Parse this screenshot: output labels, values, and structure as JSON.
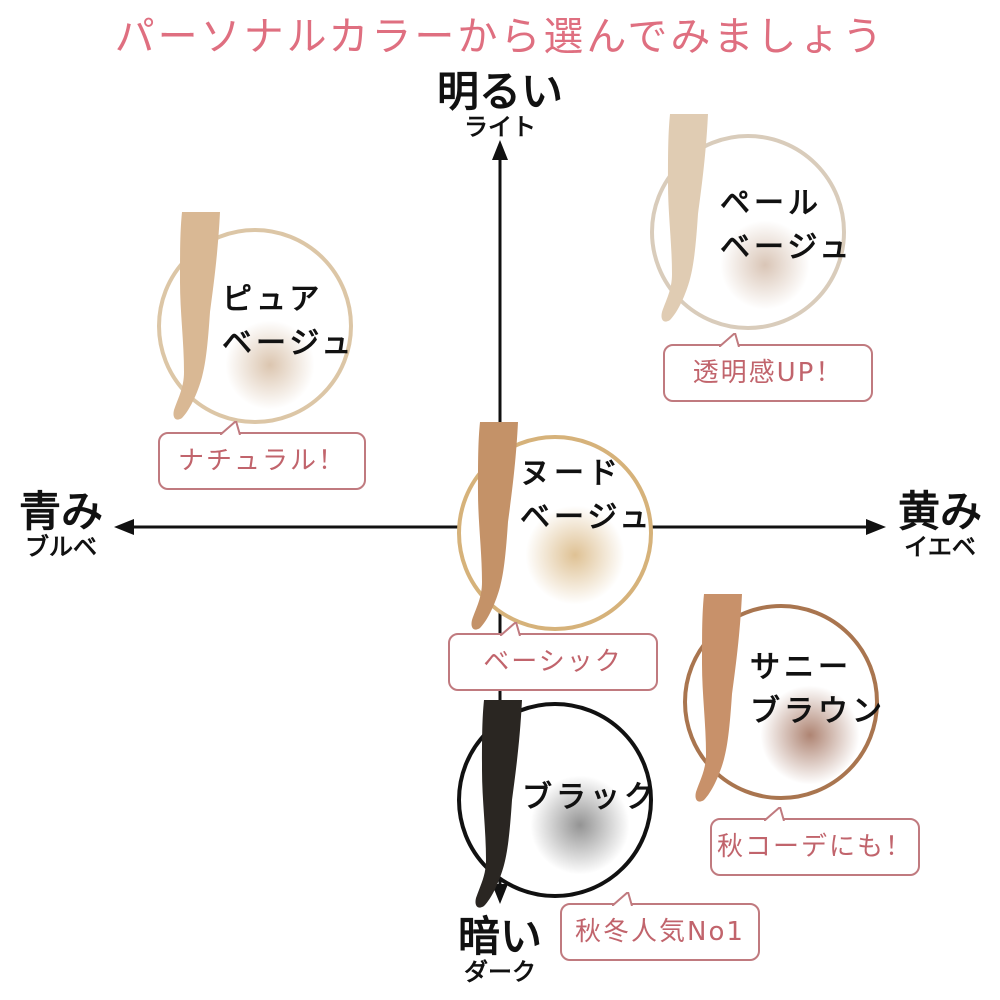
{
  "title": "パーソナルカラーから選んでみましょう",
  "axes": {
    "top": {
      "main": "明るい",
      "sub": "ライト"
    },
    "bottom": {
      "main": "暗い",
      "sub": "ダーク"
    },
    "left": {
      "main": "青み",
      "sub": "ブルベ"
    },
    "right": {
      "main": "黄み",
      "sub": "イエベ"
    }
  },
  "items": [
    {
      "name_line1": "ピュア",
      "name_line2": "ベージュ",
      "tag": "ナチュラル！",
      "ring_color": "#dcc6a6",
      "leg_color": "#d9b894"
    },
    {
      "name_line1": "ペール",
      "name_line2": "ベージュ",
      "tag": "透明感UP！",
      "ring_color": "#d9ccbb",
      "leg_color": "#e0ccb3"
    },
    {
      "name_line1": "ヌード",
      "name_line2": "ベージュ",
      "tag": "ベーシック",
      "ring_color": "#d6b27a",
      "leg_color": "#c49268"
    },
    {
      "name_line1": "サニー",
      "name_line2": "ブラウン",
      "tag": "秋コーデにも！",
      "ring_color": "#a9754f",
      "leg_color": "#c8916a"
    },
    {
      "name_line1": "ブラック",
      "name_line2": "",
      "tag": "秋冬人気No1",
      "ring_color": "#111111",
      "leg_color": "#2a2622"
    }
  ]
}
